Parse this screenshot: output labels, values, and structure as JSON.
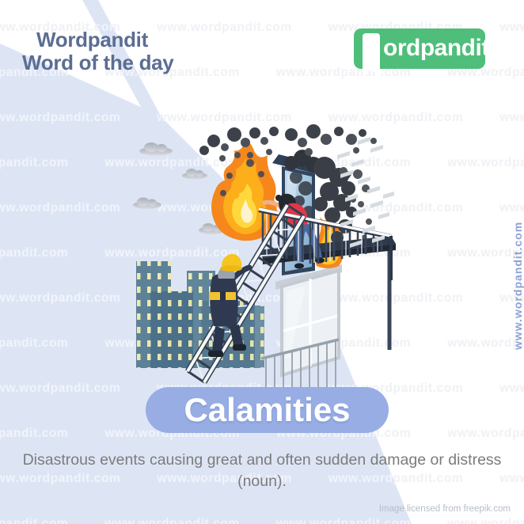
{
  "brand": {
    "line1": "Wordpandit",
    "line2": "Word of the day"
  },
  "logo": {
    "text": "ordpandit"
  },
  "word": {
    "text": "Calamities"
  },
  "definition": {
    "line1": "Disastrous events causing great and often sudden damage or distress",
    "line2": "(noun)."
  },
  "credit": {
    "text": "Image licensed from freepik.com"
  },
  "watermark": {
    "text": "www.wordpandit.com",
    "rows": 12,
    "row_spacing": 57,
    "repeats_per_row": 5
  },
  "colors": {
    "accent_green": "#4fbe7a",
    "pill_blue": "#97ade4",
    "background_blue": "#dde5f5",
    "brand_text": "#5b6d92",
    "definition_text": "#7b7b7b",
    "flame_orange": "#f5871c",
    "flame_yellow": "#ffd83e",
    "smoke_dark": "#3a3f47",
    "vertical_watermark_blue": "#8da1d5"
  }
}
